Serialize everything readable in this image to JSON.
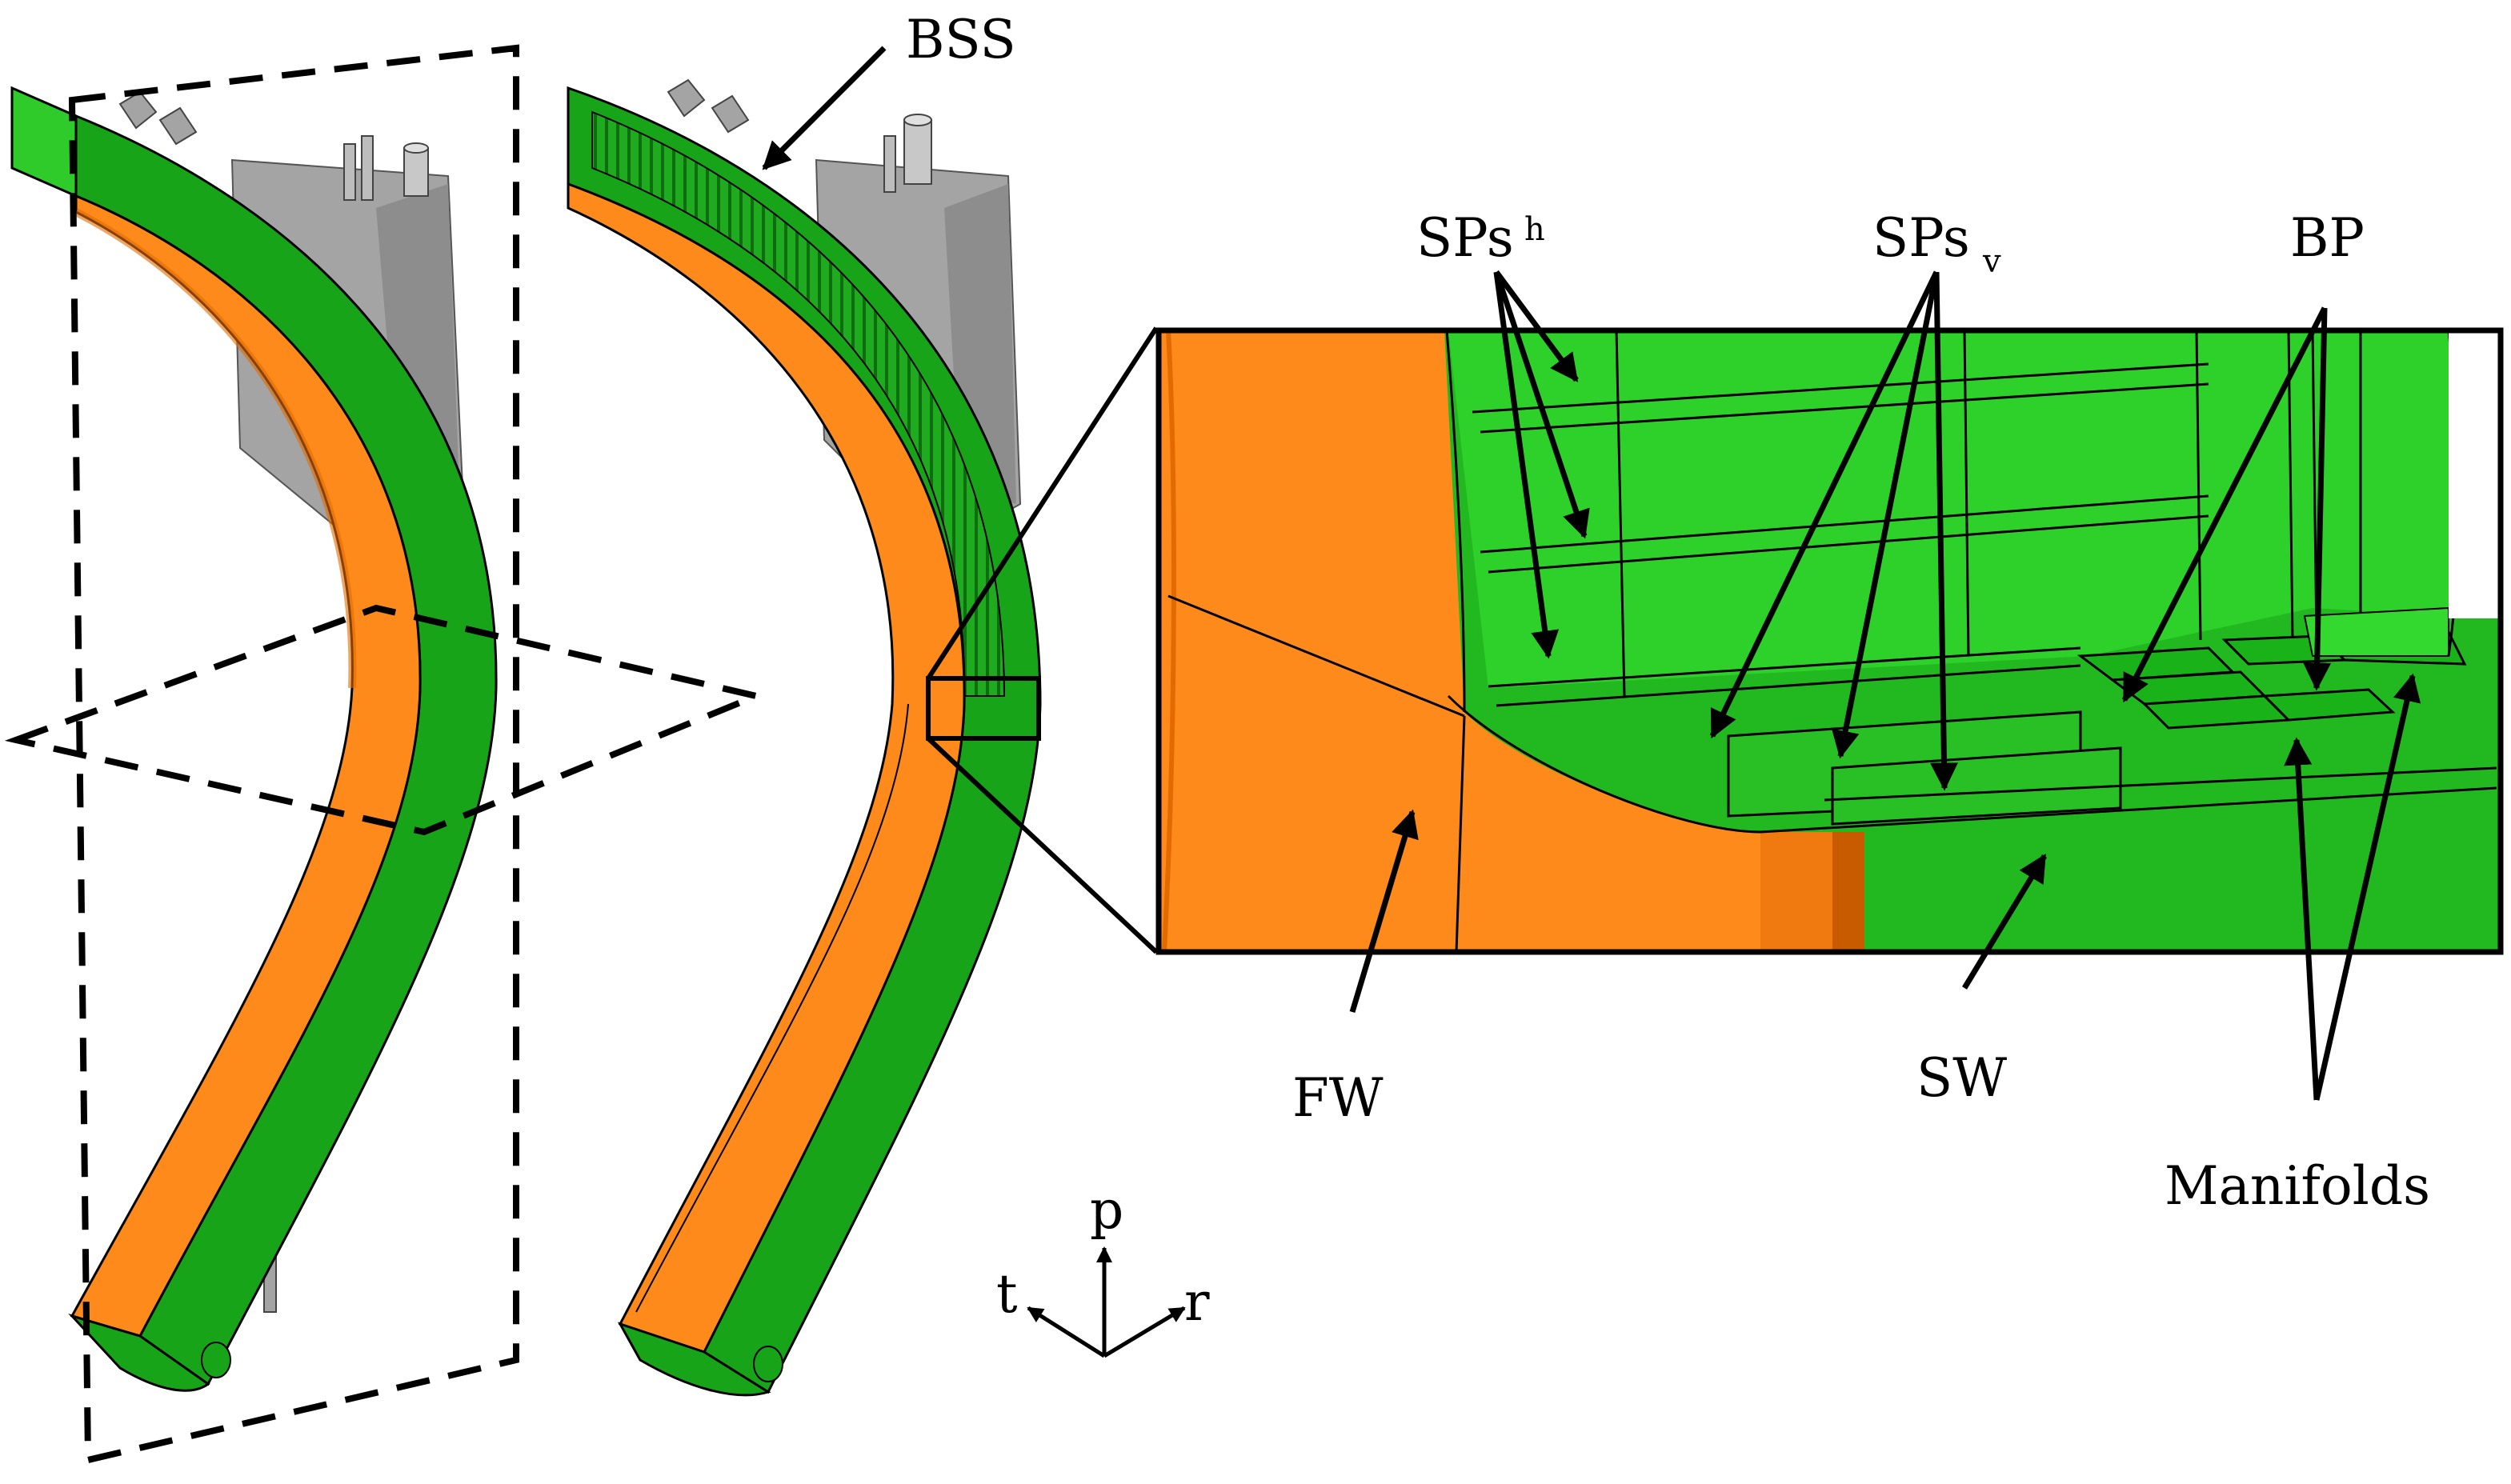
{
  "labels": {
    "bss": "BSS",
    "sps_h_main": "SPs",
    "sps_h_sub": "h",
    "sps_v_main": "SPs",
    "sps_v_sub": "v",
    "bp": "BP",
    "fw": "FW",
    "sw": "SW",
    "manifolds": "Manifolds"
  },
  "axes": {
    "p": "p",
    "t": "t",
    "r": "r"
  },
  "colors": {
    "first_wall": "#ff8a1c",
    "first_wall_dark": "#e36a00",
    "side_wall": "#18a418",
    "plate_light": "#33d92e",
    "plate_mid": "#22b820",
    "steel": "#a4a4a4",
    "steel_dark": "#7e7e7e",
    "outline": "#000000"
  }
}
